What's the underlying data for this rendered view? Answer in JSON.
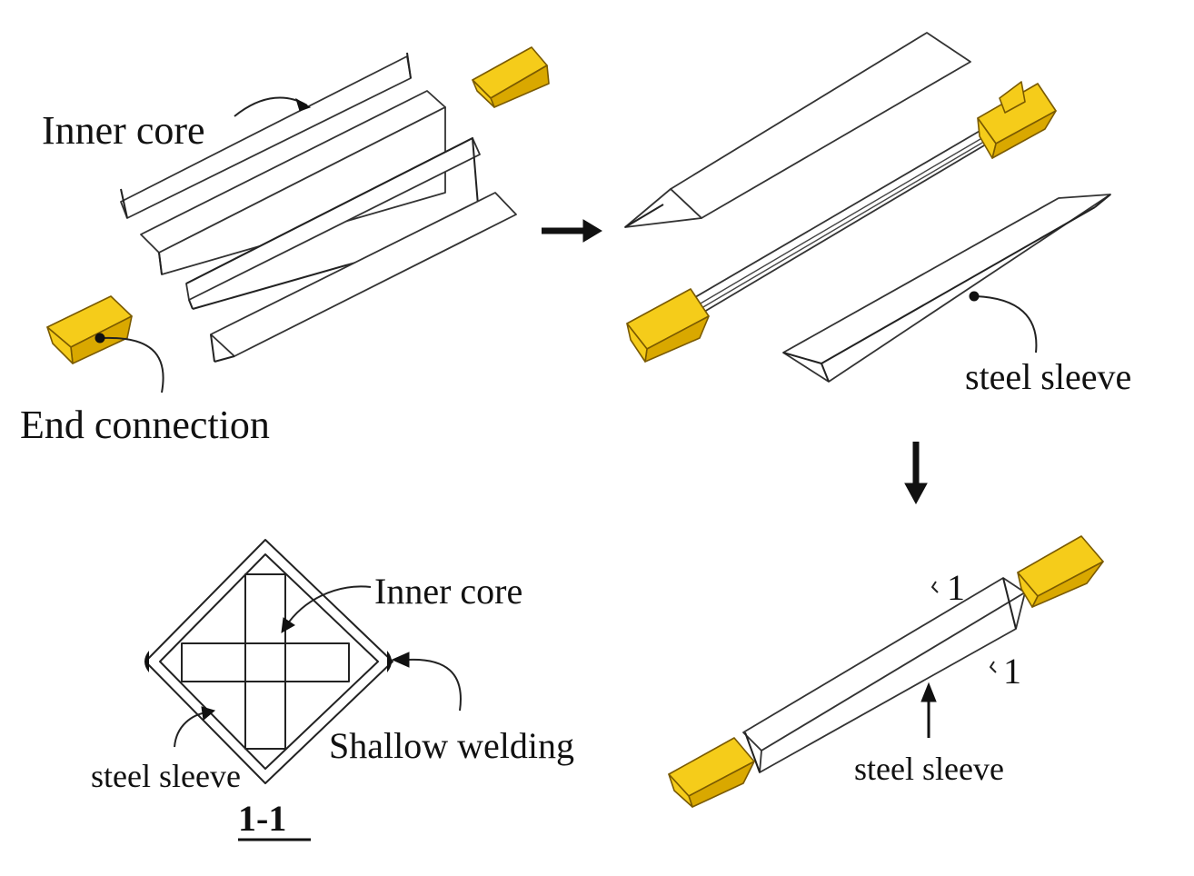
{
  "labels": {
    "inner_core_top": "Inner core",
    "end_connection": "End connection",
    "steel_sleeve_top": "steel sleeve",
    "inner_core_section": "Inner core",
    "shallow_welding": "Shallow welding",
    "steel_sleeve_section": "steel sleeve",
    "section_title": "1-1",
    "section_mark_a": "1",
    "section_mark_b": "1",
    "steel_sleeve_bottom": "steel sleeve"
  },
  "colors": {
    "end_connection_fill": "#f5cc1a",
    "line": "#222222"
  }
}
